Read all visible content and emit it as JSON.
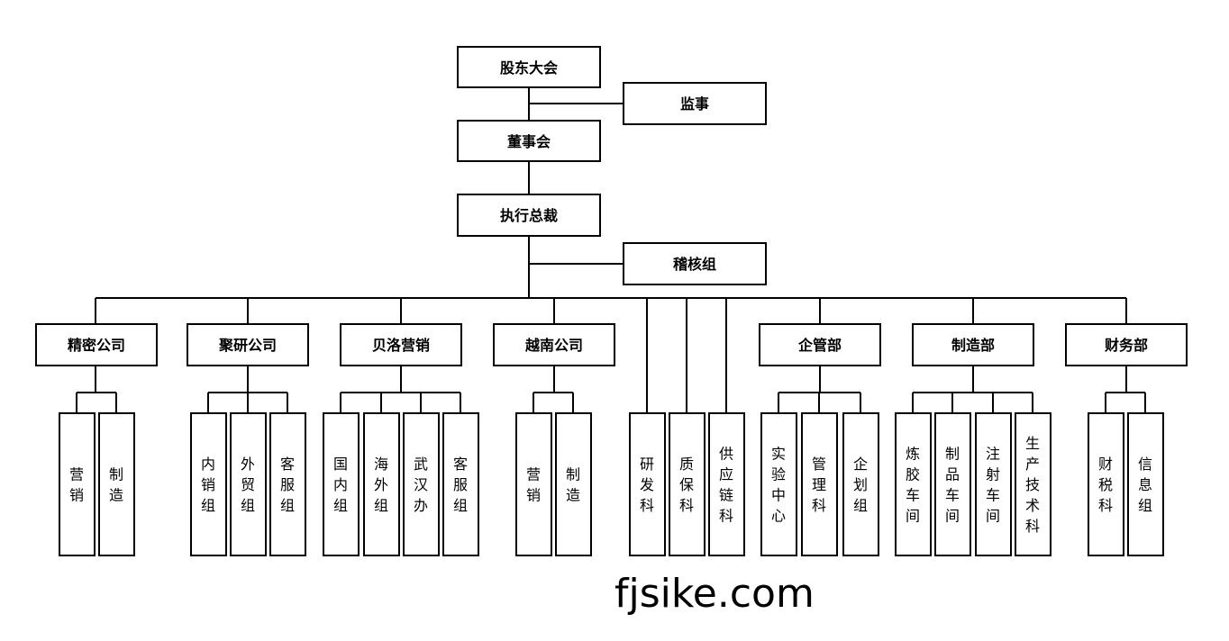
{
  "nodes": {
    "top": {
      "shareholders": "股东大会",
      "supervisor": "监事",
      "board": "董事会",
      "ceo": "执行总裁",
      "audit": "稽核组"
    },
    "departments": {
      "precision": "精密公司",
      "juyan": "聚研公司",
      "beiluo": "贝洛营销",
      "vietnam": "越南公司",
      "admin": "企管部",
      "manufacturing": "制造部",
      "finance": "财务部"
    },
    "units": {
      "precision_sales": "营销",
      "precision_make": "制造",
      "juyan_domestic": "内销组",
      "juyan_foreign": "外贸组",
      "juyan_service": "客服组",
      "beiluo_domestic": "国内组",
      "beiluo_overseas": "海外组",
      "beiluo_wuhan": "武汉办",
      "beiluo_service": "客服组",
      "vietnam_sales": "营销",
      "vietnam_make": "制造",
      "rnd": "研发科",
      "qa": "质保科",
      "supply": "供应链科",
      "lab": "实验中心",
      "management": "管理科",
      "planning": "企划组",
      "mixing": "炼胶车间",
      "products": "制品车间",
      "injection": "注射车间",
      "prodtech": "生产技术科",
      "tax": "财税科",
      "info": "信息组"
    }
  },
  "watermark": "fjsike.com"
}
